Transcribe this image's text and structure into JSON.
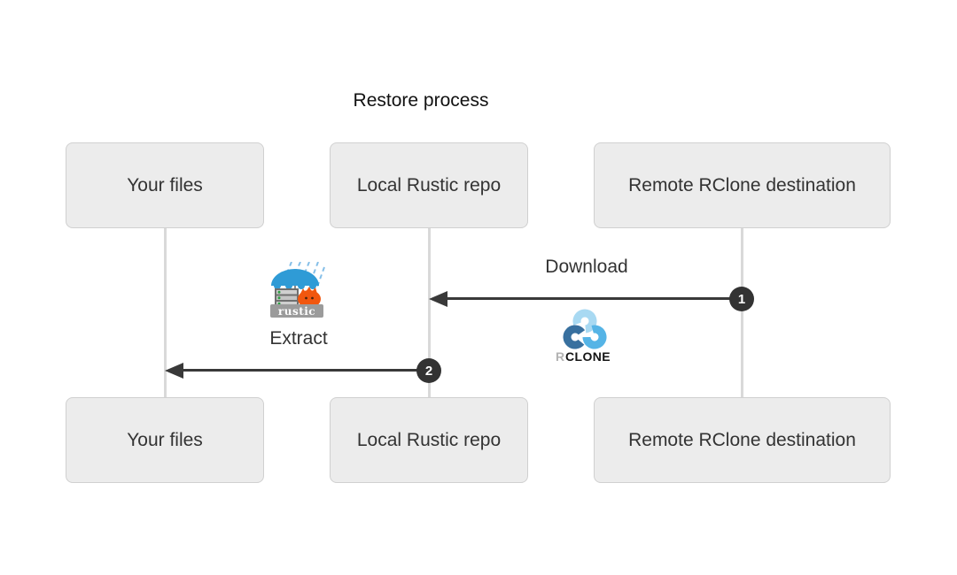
{
  "title": "Restore process",
  "actors": {
    "top": [
      "Your files",
      "Local Rustic repo",
      "Remote RClone destination"
    ],
    "bottom": [
      "Your files",
      "Local Rustic repo",
      "Remote RClone destination"
    ]
  },
  "messages": [
    {
      "number": "1",
      "label": "Download",
      "from": "Remote RClone destination",
      "to": "Local Rustic repo"
    },
    {
      "number": "2",
      "label": "Extract",
      "from": "Local Rustic repo",
      "to": "Your files"
    }
  ],
  "icons": {
    "rustic_logo": {
      "name": "rustic-logo",
      "banner_text": "rustic"
    },
    "rclone_logo": {
      "name": "rclone-logo",
      "text_r": "R",
      "text_clone": "CLONE"
    }
  },
  "colors": {
    "background": "#ffffff",
    "box_fill": "#ececec",
    "box_border": "#d0d0d0",
    "box_text": "#333333",
    "lifeline": "#d9d9d9",
    "arrow": "#393939",
    "number_circle_bg": "#333333",
    "number_circle_text": "#ffffff",
    "rclone_light_blue": "#a8d9f2",
    "rclone_dark_blue": "#38709f",
    "rclone_mid_blue": "#55b4e6",
    "rustic_umbrella_blue": "#2f9bd6",
    "rustic_crab_orange": "#f1570f",
    "rustic_base_gray": "#9b9b9b"
  }
}
